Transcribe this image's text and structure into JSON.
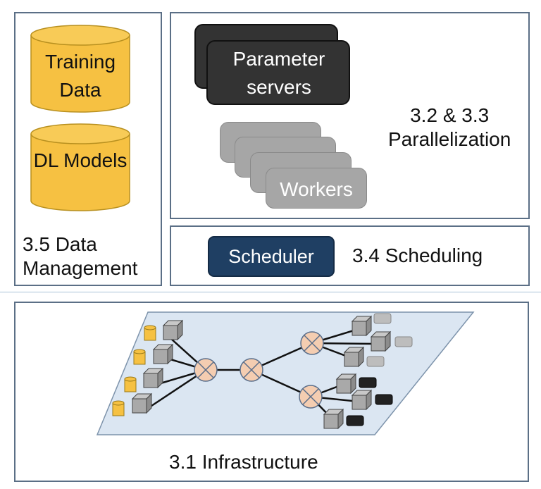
{
  "data_management": {
    "label": "3.5 Data Management",
    "cylinders": [
      {
        "text": "Training Data"
      },
      {
        "text": "DL Models"
      }
    ]
  },
  "parallelization": {
    "label_line1": "3.2 & 3.3",
    "label_line2": "Parallelization",
    "parameter_servers": "Parameter servers",
    "workers": "Workers"
  },
  "scheduling": {
    "label": "3.4 Scheduling",
    "scheduler": "Scheduler"
  },
  "infrastructure": {
    "label": "3.1 Infrastructure"
  },
  "colors": {
    "panel_border": "#5b6f86",
    "cylinder_fill": "#f6c142",
    "parameter_server": "#333333",
    "worker": "#a6a6a6",
    "scheduler": "#1f3f63",
    "platform": "#dbe6f2",
    "switch": "#f4cdb1"
  }
}
